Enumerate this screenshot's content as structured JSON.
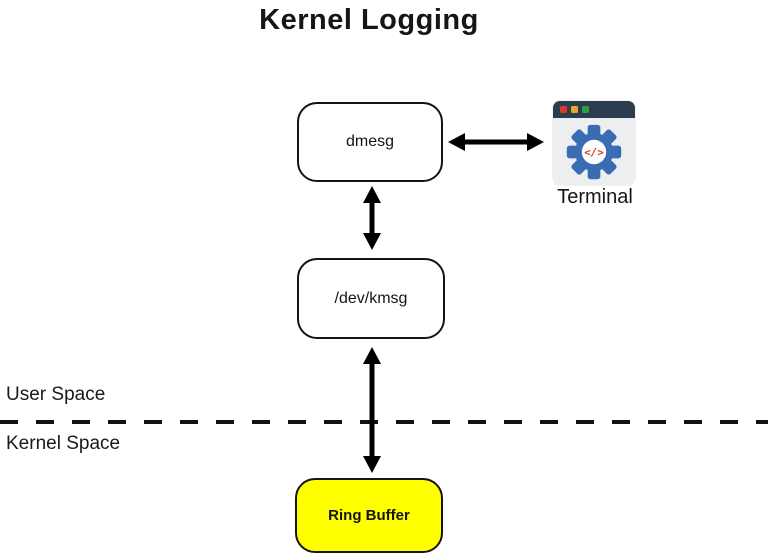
{
  "title": "Kernel Logging",
  "diagram": {
    "nodes": {
      "dmesg": {
        "label": "dmesg"
      },
      "kmsg": {
        "label": "/dev/kmsg"
      },
      "ring_buffer": {
        "label": "Ring Buffer",
        "fill": "#ffff00"
      }
    },
    "terminal": {
      "label": "Terminal",
      "code_glyph": "</>"
    },
    "regions": {
      "user_space": "User Space",
      "kernel_space": "Kernel Space"
    },
    "connections": [
      "dmesg <-> Terminal",
      "dmesg <-> /dev/kmsg",
      "/dev/kmsg <-> Ring Buffer"
    ]
  },
  "colors": {
    "background": "#ffffff",
    "box_border": "#141414",
    "ring_buffer_fill": "#ffff00",
    "arrow": "#000000",
    "terminal_header": "#2d3d50",
    "terminal_body": "#eceeef",
    "dot_red": "#d93b2b",
    "dot_yellow": "#e8a62e",
    "dot_green": "#2f9e41",
    "gear_blue": "#3a6cb3",
    "gear_center": "#ffffff",
    "code_red": "#d8382e"
  }
}
